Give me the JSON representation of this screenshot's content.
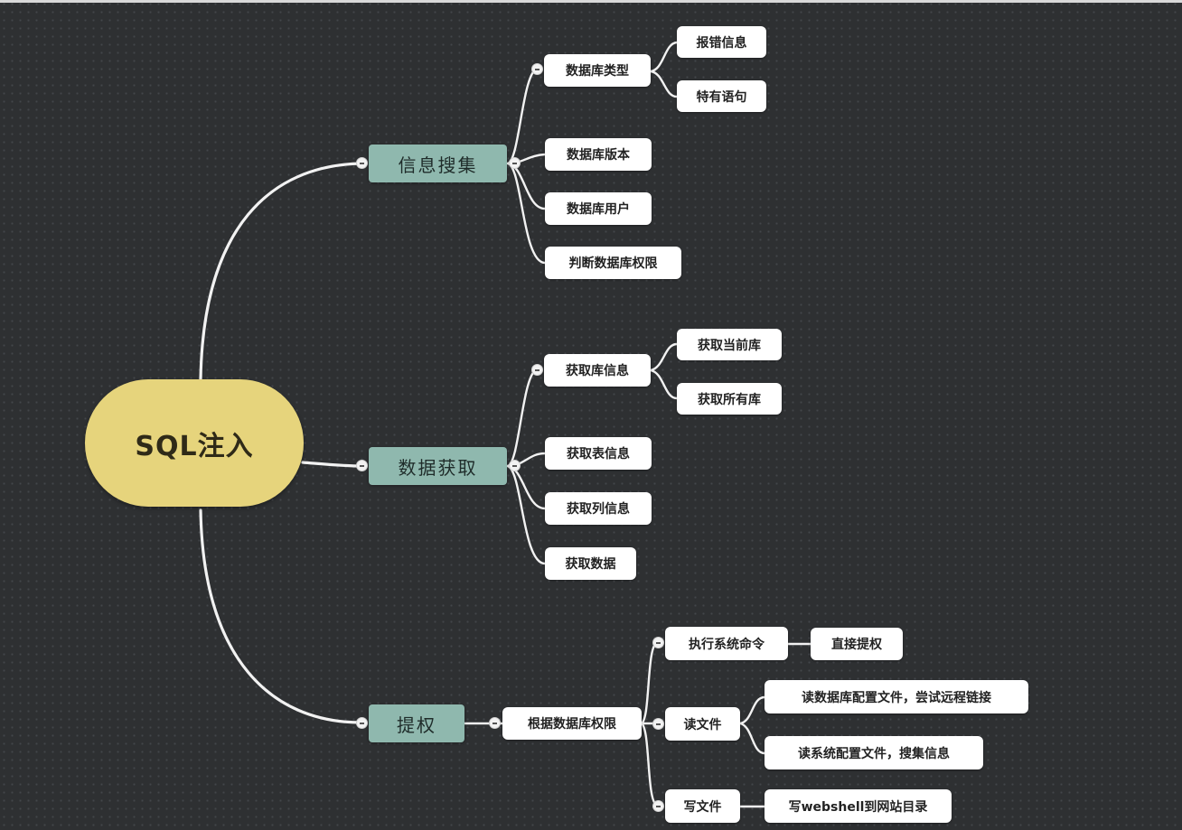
{
  "root": {
    "label": "SQL注入",
    "icon": ""
  },
  "branches": {
    "info": {
      "label": "信息搜集",
      "children": {
        "db_type": {
          "label": "数据库类型",
          "children": {
            "error_info": "报错信息",
            "special_stmt": "特有语句"
          }
        },
        "db_version": "数据库版本",
        "db_user": "数据库用户",
        "db_privilege": "判断数据库权限"
      }
    },
    "data": {
      "label": "数据获取",
      "children": {
        "db_info": {
          "label": "获取库信息",
          "children": {
            "current_db": "获取当前库",
            "all_db": "获取所有库"
          }
        },
        "table_info": "获取表信息",
        "column_info": "获取列信息",
        "get_data": "获取数据"
      }
    },
    "priv": {
      "label": "提权",
      "children": {
        "by_privilege": {
          "label": "根据数据库权限",
          "children": {
            "exec_cmd": {
              "label": "执行系统命令",
              "children": {
                "direct": "直接提权"
              }
            },
            "read_file": {
              "label": "读文件",
              "children": {
                "read_db_cfg": "读数据库配置文件，尝试远程链接",
                "read_sys_cfg": "读系统配置文件，搜集信息"
              }
            },
            "write_file": {
              "label": "写文件",
              "children": {
                "webshell": "写webshell到网站目录"
              }
            }
          }
        }
      }
    }
  },
  "colors": {
    "background": "#2e3032",
    "root": "#e6d47c",
    "main": "#8fb8ae",
    "sub": "#ffffff",
    "link": "#f2f2f2"
  }
}
